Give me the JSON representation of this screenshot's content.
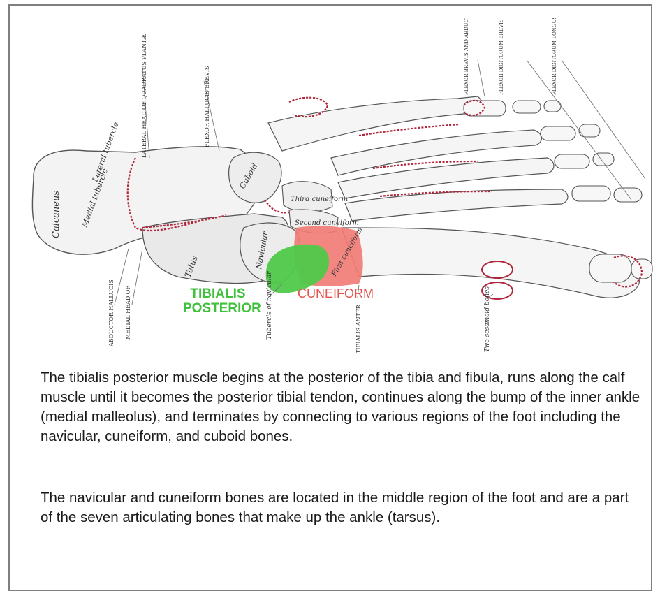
{
  "labels": {
    "tibialis_posterior_line1": "TIBIALIS",
    "tibialis_posterior_line2": "POSTERIOR",
    "cuneiform": "CUNEIFORM",
    "calcaneus": "Calcaneus",
    "talus": "Talus",
    "navicular": "Navicular",
    "cuboid": "Cuboid",
    "second_cuneiform": "Second cuneiform",
    "third_cuneiform": "Third cuneiform",
    "first_cuneiform": "First cuneiform",
    "abductor_hallucis": "ABDUCTOR HALLUCIS",
    "medial_head_qp": "MEDIAL HEAD OF",
    "lateral_head_qp": "LATERAL HEAD OF QUADRATUS PLANTÆ",
    "flexor_hallucis_brevis": "FLEXOR HALLUCIS BREVIS",
    "flexor_brevis_abductor": "FLEXOR BREVIS AND ABDUCTOR DIGITI QUINTI",
    "flexor_digitorum_brevis": "FLEXOR DIGITORUM BREVIS",
    "flexor_digitorum_longus": "FLEXOR DIGITORUM LONGUS",
    "tibialis_anterior": "TIBIALIS ANTER",
    "tubercle_navicular": "Tubercle of navicular",
    "two_sesamoid": "Two sesamoid bones",
    "medial_tubercle": "Medial tubercle",
    "lateral_tubercle": "Lateral tubercle"
  },
  "colors": {
    "tibialis_highlight": "#4fc94a",
    "cuneiform_highlight": "#f07a72",
    "attachment_outline": "#b2243a"
  },
  "text": {
    "paragraph1": "The tibialis posterior muscle begins at the posterior of the tibia and fibula, runs along the calf muscle until it becomes the posterior tibial tendon, continues along the bump of the inner ankle (medial malleolus), and terminates by connecting to various regions of the foot including the navicular, cuneiform, and cuboid bones.",
    "paragraph2": "The navicular and cuneiform bones are located in the middle region of the foot and are a part of the seven articulating bones that make up the ankle (tarsus)."
  }
}
